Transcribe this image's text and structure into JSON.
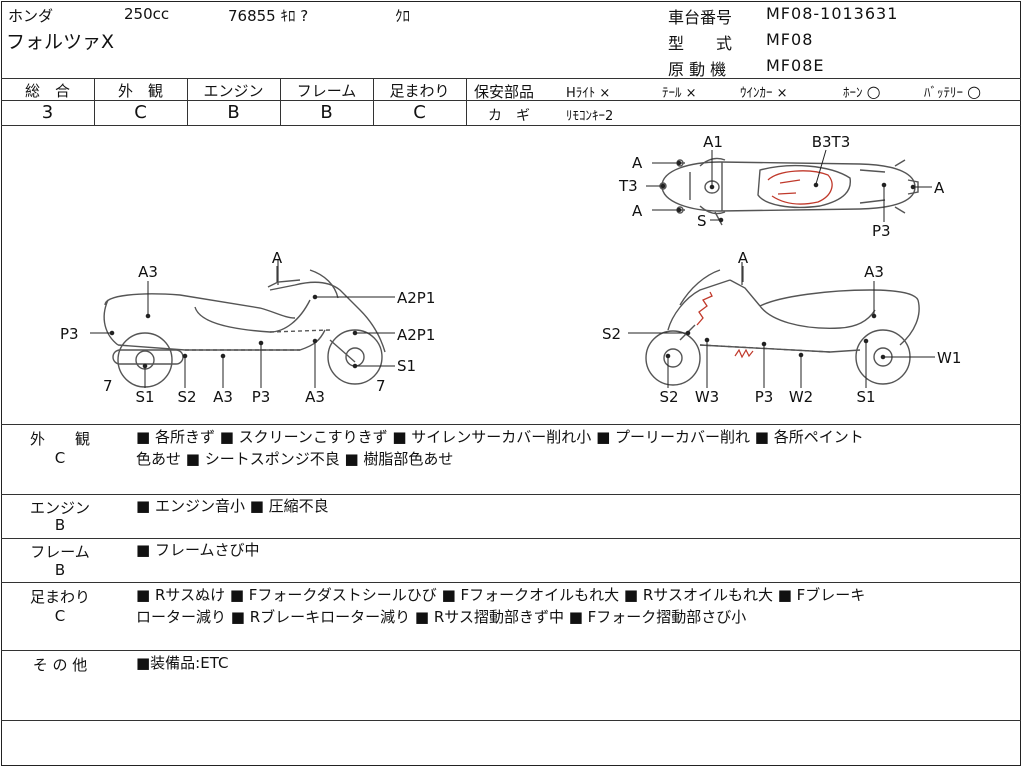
{
  "header": {
    "maker": "ホンダ",
    "displacement": "250cc",
    "mileage": "76855 ｷﾛ ?",
    "color": "ｸﾛ",
    "model_name": "フォルツァX",
    "frame_no_label": "車台番号",
    "frame_no": "MF08-1013631",
    "model_type_label": "型　　式",
    "model_type": "MF08",
    "engine_type_label": "原 動 機",
    "engine_type": "MF08E"
  },
  "grades": [
    {
      "label": "総　合",
      "value": "3"
    },
    {
      "label": "外　観",
      "value": "C"
    },
    {
      "label": "エンジン",
      "value": "B"
    },
    {
      "label": "フレーム",
      "value": "B"
    },
    {
      "label": "足まわり",
      "value": "C"
    }
  ],
  "safety": {
    "label": "保安部品",
    "items": [
      {
        "name": "Hﾗｲﾄ",
        "mark": "×"
      },
      {
        "name": "ﾃｰﾙ",
        "mark": "×"
      },
      {
        "name": "ｳｲﾝｶｰ",
        "mark": "×"
      },
      {
        "name": "ﾎｰﾝ",
        "mark": "○"
      },
      {
        "name": "ﾊﾞｯﾃﾘｰ",
        "mark": "○"
      }
    ],
    "key_label": "カ　ギ",
    "key_value": "ﾘﾓｺﾝｷｰ2"
  },
  "diagram": {
    "top": {
      "a1": "A1",
      "b3t3": "B3T3",
      "a_tl": "A",
      "t3": "T3",
      "a_bl": "A",
      "s": "S",
      "p3": "P3",
      "a_r": "A"
    },
    "left": {
      "a": "A",
      "a3": "A3",
      "a2p1_top": "A2P1",
      "p3": "P3",
      "a2p1_mid": "A2P1",
      "s1_r": "S1",
      "n7_l": "7",
      "n7_r": "7",
      "s1": "S1",
      "s2": "S2",
      "a3b": "A3",
      "p3b": "P3",
      "a3c": "A3"
    },
    "right": {
      "a": "A",
      "a3": "A3",
      "s2": "S2",
      "w1": "W1",
      "s2b": "S2",
      "w3": "W3",
      "p3": "P3",
      "w2": "W2",
      "s1": "S1"
    }
  },
  "sections": [
    {
      "label": "外　　観",
      "grade": "C",
      "lines": [
        "■ 各所きず ■ スクリーンこすりきず ■ サイレンサーカバー削れ小 ■ プーリーカバー削れ ■ 各所ペイント",
        "色あせ ■ シートスポンジ不良 ■ 樹脂部色あせ"
      ]
    },
    {
      "label": "エンジン",
      "grade": "B",
      "lines": [
        "■ エンジン音小 ■ 圧縮不良"
      ]
    },
    {
      "label": "フレーム",
      "grade": "B",
      "lines": [
        "■ フレームさび中"
      ]
    },
    {
      "label": "足まわり",
      "grade": "C",
      "lines": [
        "■ Rサスぬけ ■ Fフォークダストシールひび ■ Fフォークオイルもれ大 ■ Rサスオイルもれ大 ■ Fブレーキ",
        "ローター減り ■ Rブレーキローター減り ■ Rサス摺動部きず中 ■ Fフォーク摺動部さび小"
      ]
    },
    {
      "label": "そ の 他",
      "grade": "",
      "lines": [
        "■装備品:ETC"
      ]
    }
  ]
}
